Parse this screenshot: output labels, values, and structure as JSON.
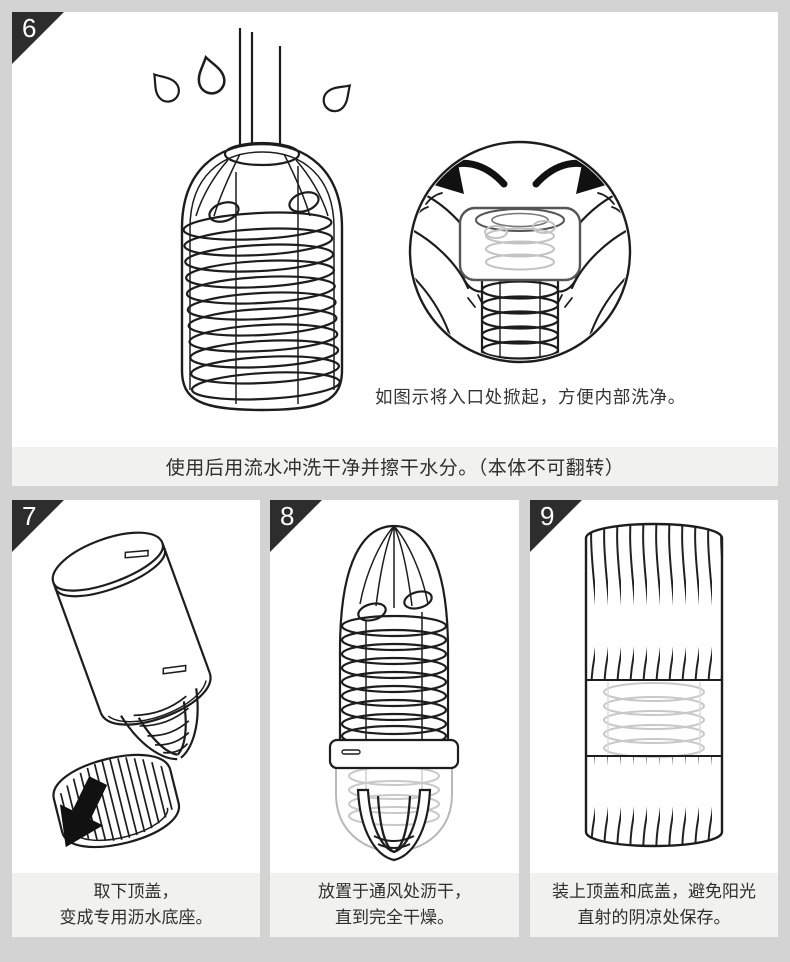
{
  "colors": {
    "page_bg": "#d3d3d3",
    "panel_bg": "#ffffff",
    "caption_bg": "#f1f1f0",
    "badge_bg": "#2d2d2d",
    "badge_text": "#ffffff",
    "line_ink": "#1d1d1d",
    "faded_ink": "#c3c3c3"
  },
  "steps": {
    "step6": {
      "number": "6",
      "note": "如图示将入口处掀起，方便内部洗净。",
      "caption": "使用后用流水冲洗干净并擦干水分。（本体不可翻转）"
    },
    "step7": {
      "number": "7",
      "caption": "取下顶盖，\n变成专用沥水底座。"
    },
    "step8": {
      "number": "8",
      "caption": "放置于通风处沥干，\n直到完全干燥。"
    },
    "step9": {
      "number": "9",
      "caption": "装上顶盖和底盖，避免阳光\n直射的阴凉处保存。"
    }
  },
  "icons": {
    "rinse": "water-rinse-illustration",
    "inset": "peel-entrance-inset",
    "cap_removal": "remove-top-cap-illustration",
    "drying": "drying-on-stand-illustration",
    "storage": "assembled-case-illustration"
  }
}
